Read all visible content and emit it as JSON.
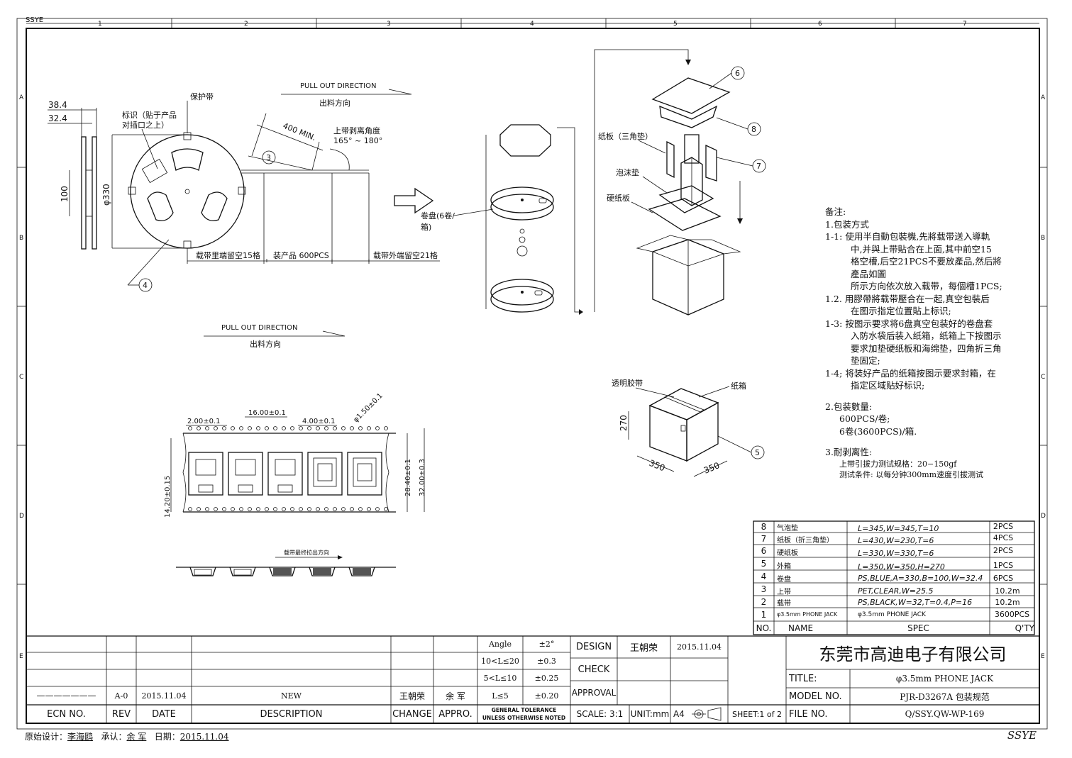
{
  "border": {
    "columns": [
      "1",
      "2",
      "3",
      "4",
      "5",
      "6",
      "7"
    ],
    "rows": [
      "A",
      "B",
      "C",
      "D",
      "E"
    ],
    "corner": "SSYE"
  },
  "reel": {
    "dim_38": "38.4",
    "dim_32": "32.4",
    "dim_100": "100",
    "dim_330": "φ330",
    "label_mark": "标识（贴于产品",
    "label_mark2": "对插口之上）",
    "label_tape": "保护带",
    "callout_3": "3",
    "callout_4": "4",
    "dim_400": "400 MIN.",
    "peel_angle": "上带剥离角度",
    "peel_range": "165° ~ 180°",
    "lead_empty": "载带里端留空15格",
    "load": "装产品 600PCS",
    "trail_empty": "载带外端留空21格"
  },
  "pull1": {
    "en": "PULL OUT DIRECTION",
    "cn": "出料方向"
  },
  "pull2": {
    "en": "PULL OUT DIRECTION",
    "cn": "出料方向"
  },
  "stack": {
    "label": "卷盘(6卷/",
    "label2": "箱)"
  },
  "box": {
    "callout_6": "6",
    "callout_7": "7",
    "callout_8": "8",
    "callout_5": "5",
    "cardboard_tri": "纸板（三角垫）",
    "foam": "泡沫垫",
    "hardboard": "硬纸板",
    "tape": "透明胶带",
    "carton": "纸箱",
    "dim_270": "270",
    "dim_350a": "350",
    "dim_350b": "350"
  },
  "tape_drawing": {
    "p0": "2.00±0.1",
    "p1": "16.00±0.1",
    "p2": "4.00±0.1",
    "hole": "φ1.50±0.1",
    "w1": "28.40±0.1",
    "w2": "32.00±0.3",
    "w3": "14.20±0.15",
    "direction": "载带最终拉出方向"
  },
  "notes": {
    "title": "备注:",
    "n1": "1.包装方式",
    "n1_1a": "1-1: 使用半自動包裝機,先將载带送入導軌",
    "n1_1b": "中,并與上带貼合在上面,其中前空15",
    "n1_1c": "格空槽,后空21PCS不要放產品,然后將",
    "n1_1d": "產品如圖",
    "n1_1e": "所示方向依次放入载带，每個槽1PCS;",
    "n1_2a": "1.2. 用膠帶將载带壓合在一起,真空包裝后",
    "n1_2b": "在图示指定位置貼上标识;",
    "n1_3a": "1-3: 按图示要求将6盘真空包装好的卷盘套",
    "n1_3b": "入防水袋后装入纸箱，纸箱上下按图示",
    "n1_3c": "要求加垫硬纸板和海绵垫，四角折三角",
    "n1_3d": "垫固定;",
    "n1_4a": "1-4; 将装好产品的纸箱按图示要求封箱，在",
    "n1_4b": "指定区域贴好标识;",
    "n2": "2.包装數量:",
    "n2a": "600PCS/卷;",
    "n2b": "6卷(3600PCS)/箱.",
    "n3": "3.耐剥离性:",
    "n3a": "上带引拔力测试规格：20−150gf",
    "n3b": "测试条件: 以每分钟300mm速度引拔测试"
  },
  "bom": {
    "header": {
      "no": "NO.",
      "name": "NAME",
      "spec": "SPEC",
      "qty": "Q'TY"
    },
    "rows": [
      {
        "no": "8",
        "name": "气泡垫",
        "spec": "L=345,W=345,T=10",
        "qty": "2PCS"
      },
      {
        "no": "7",
        "name": "纸板（折三角垫）",
        "spec": "L=430,W=230,T=6",
        "qty": "4PCS"
      },
      {
        "no": "6",
        "name": "硬纸板",
        "spec": "L=330,W=330,T=6",
        "qty": "2PCS"
      },
      {
        "no": "5",
        "name": "外箱",
        "spec": "L=350,W=350,H=270",
        "qty": "1PCS"
      },
      {
        "no": "4",
        "name": "卷盘",
        "spec": "PS,BLUE,A=330,B=100,W=32.4",
        "qty": "6PCS"
      },
      {
        "no": "3",
        "name": "上带",
        "spec": "PET,CLEAR,W=25.5",
        "qty": "10.2m"
      },
      {
        "no": "2",
        "name": "载带",
        "spec": "PS,BLACK,W=32,T=0.4,P=16",
        "qty": "10.2m"
      },
      {
        "no": "1",
        "name": "φ3.5mm PHONE JACK",
        "spec": "φ3.5mm PHONE JACK",
        "qty": "3600PCS"
      }
    ]
  },
  "title_block": {
    "tol_angle": "Angle",
    "tol_angle_v": "±2°",
    "tol_1": "10<L≤20",
    "tol_1v": "±0.3",
    "tol_2": "5<L≤10",
    "tol_2v": "±0.25",
    "tol_3": "L≤5",
    "tol_3v": "±0.20",
    "tol_note1": "GENERAL TOLERANCE",
    "tol_note2": "UNLESS OTHERWISE NOTED",
    "design": "DESIGN",
    "designer": "王朝荣",
    "design_date": "2015.11.04",
    "check": "CHECK",
    "approval": "APPROVAL",
    "scale": "SCALE: 3:1",
    "unit": "UNIT:mm",
    "paper": "A4",
    "sheet": "SHEET:1 of 2",
    "company": "东莞市高迪电子有限公司",
    "title_lbl": "TITLE:",
    "title_val": "φ3.5mm PHONE JACK",
    "model_lbl": "MODEL NO.",
    "model_val": "PJR-D3267A 包装规范",
    "file_lbl": "FILE NO.",
    "file_val": "Q/SSY.QW-WP-169",
    "rev_row": {
      "ecn": "———————",
      "rev": "A-0",
      "date": "2015.11.04",
      "desc": "NEW",
      "change": "王朝荣",
      "appro": "余 军"
    },
    "hdr": {
      "ecn": "ECN NO.",
      "rev": "REV",
      "date": "DATE",
      "desc": "DESCRIPTION",
      "change": "CHANGE",
      "appro": "APPRO."
    }
  },
  "footer": {
    "orig": "原始设计：",
    "orig_name": "李海鸥",
    "acc": "承认：",
    "acc_name": "余 军",
    "date_lbl": "日期：",
    "date": "2015.11.04",
    "mark": "SSYE"
  }
}
